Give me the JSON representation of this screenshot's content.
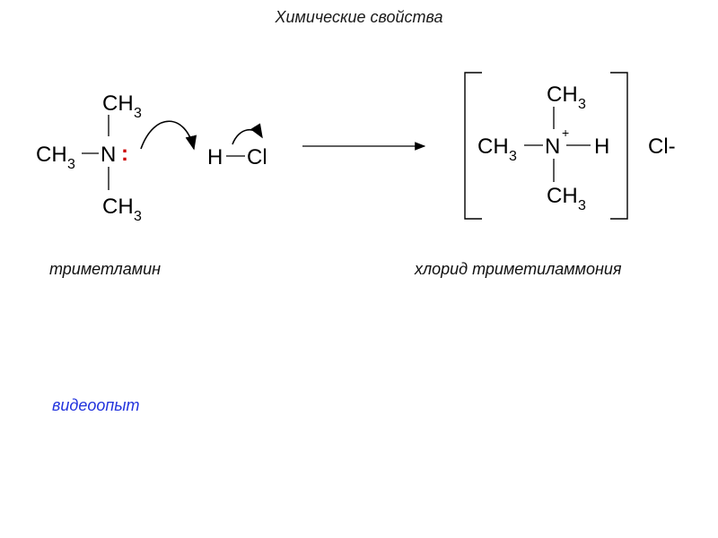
{
  "title": "Химические свойства",
  "reactant": {
    "n": "N",
    "ch": "CH",
    "sub3": "3",
    "lone_pair": ":",
    "lone_pair_color": "#cc0000",
    "h": "H",
    "cl": "Cl"
  },
  "product": {
    "n": "N",
    "ch": "CH",
    "sub3": "3",
    "charge": "+",
    "h": "H",
    "counter_ion": "Cl-"
  },
  "captions": {
    "reactant": "триметламин",
    "product": "хлорид триметиламмония"
  },
  "video_link": {
    "label": "видеоопыт",
    "color": "#2233dd"
  }
}
